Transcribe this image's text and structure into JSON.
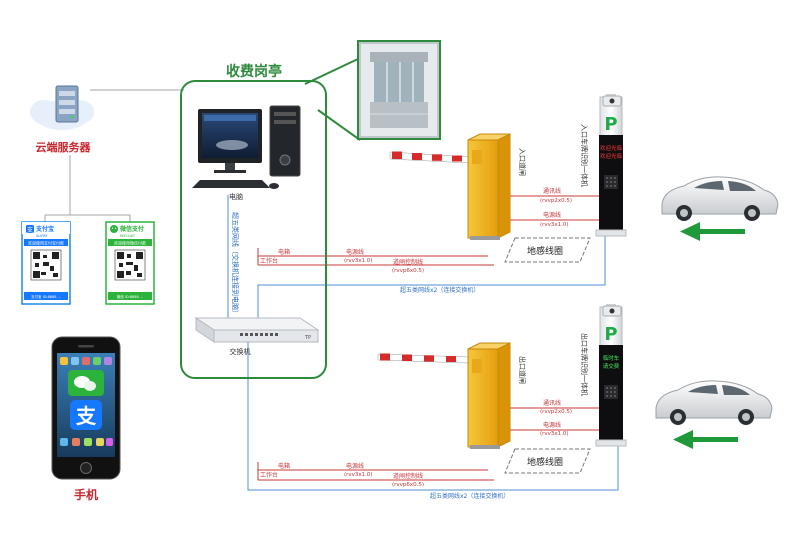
{
  "booth": {
    "title": "收费岗亭",
    "computer_label": "电脑",
    "switch_label": "交换机",
    "switch_brand": "TP"
  },
  "cloud": {
    "label": "云端服务器"
  },
  "phone": {
    "label": "手机"
  },
  "pay": {
    "alipay": {
      "brand": "支付宝",
      "sub": "ALIPAY",
      "banner": "欢迎使用支付宝付款",
      "foot": "支付宝 ID:8888 ..."
    },
    "wechat": {
      "brand": "微信支付",
      "sub": "WECHAT",
      "banner": "欢迎使用微信付款",
      "foot": "微信 ID:8888 ..."
    }
  },
  "vertical": {
    "cat5": "超五类网线（交换机连接到电脑）",
    "entry_gate": "入口道闸",
    "exit_gate": "出口道闸",
    "entry_unit": "入口车牌识别一体机",
    "exit_unit": "出口车牌识别一体机"
  },
  "entry": {
    "comm": "通讯线",
    "comm_spec": "(rvvp2x0.5)",
    "power": "电源线",
    "power_spec": "(rvv3x1.0)",
    "left_power": "电箱",
    "left_desk": "工作台",
    "mid_power": "电源线",
    "mid_power_spec": "(rvv3x1.0)",
    "mid_ctrl": "道闸控制线",
    "mid_ctrl_spec": "(rvvp6x0.5)",
    "loop": "地感线圈",
    "network": "超五类网线x2（连接交换机）",
    "display": [
      "欢迎光临",
      "欢迎光临"
    ]
  },
  "exit": {
    "comm": "通讯线",
    "comm_spec": "(rvvp2x0.5)",
    "power": "电源线",
    "power_spec": "(rvv3x1.0)",
    "left_power": "电箱",
    "left_desk": "工作台",
    "mid_power": "电源线",
    "mid_power_spec": "(rvv3x1.0)",
    "mid_ctrl": "道闸控制线",
    "mid_ctrl_spec": "(rvvp6x0.5)",
    "loop": "地感线圈",
    "network": "超五类网线x2（连接交换机）",
    "display": [
      "临时车",
      "请交费"
    ]
  },
  "parking_sign": "P",
  "colors": {
    "green": "#2e8b3c",
    "red_line": "#c9373a",
    "blue_line": "#4f8fd6",
    "gray_line": "#9a9a9a",
    "gate": "#f2b21b",
    "accent_red": "#d62b2b"
  },
  "icons": [
    "server-icon",
    "cloud-icon",
    "alipay-icon",
    "wechat-icon",
    "qr-code-icon",
    "phone-icon",
    "car-icon",
    "arrow-left-icon",
    "camera-icon",
    "barrier-gate-icon",
    "computer-icon",
    "switch-icon"
  ]
}
